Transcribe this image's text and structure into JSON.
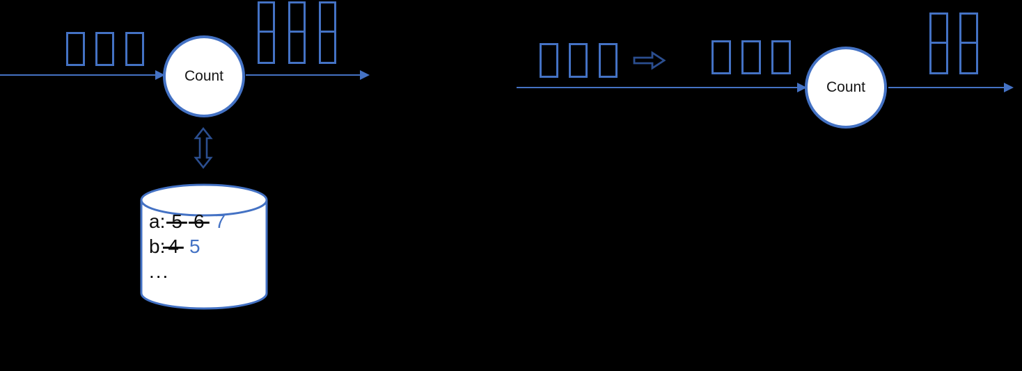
{
  "colors": {
    "accent": "#4472C4",
    "accent_dark": "#2B4E8F",
    "canvas_bg": "#000000",
    "node_fill": "#FFFFFF",
    "state_text": "#0D0D0D"
  },
  "left_pipeline": {
    "operator_label": "Count",
    "input_events": 3,
    "output_event_pairs": 3,
    "icons": {
      "sync": "double-headed-vertical-arrow",
      "store": "database-cylinder"
    },
    "state_store": {
      "rows": [
        {
          "key": "a:",
          "struck": [
            "5",
            "6"
          ],
          "value": "7"
        },
        {
          "key": "b:",
          "struck": [
            "4"
          ],
          "value": "5"
        }
      ],
      "ellipsis": "..."
    }
  },
  "right_pipeline": {
    "operator_label": "Count",
    "batch_events": 3,
    "stream_events": 3,
    "output_event_pairs": 2,
    "icons": {
      "transform": "double-right-arrow"
    }
  }
}
